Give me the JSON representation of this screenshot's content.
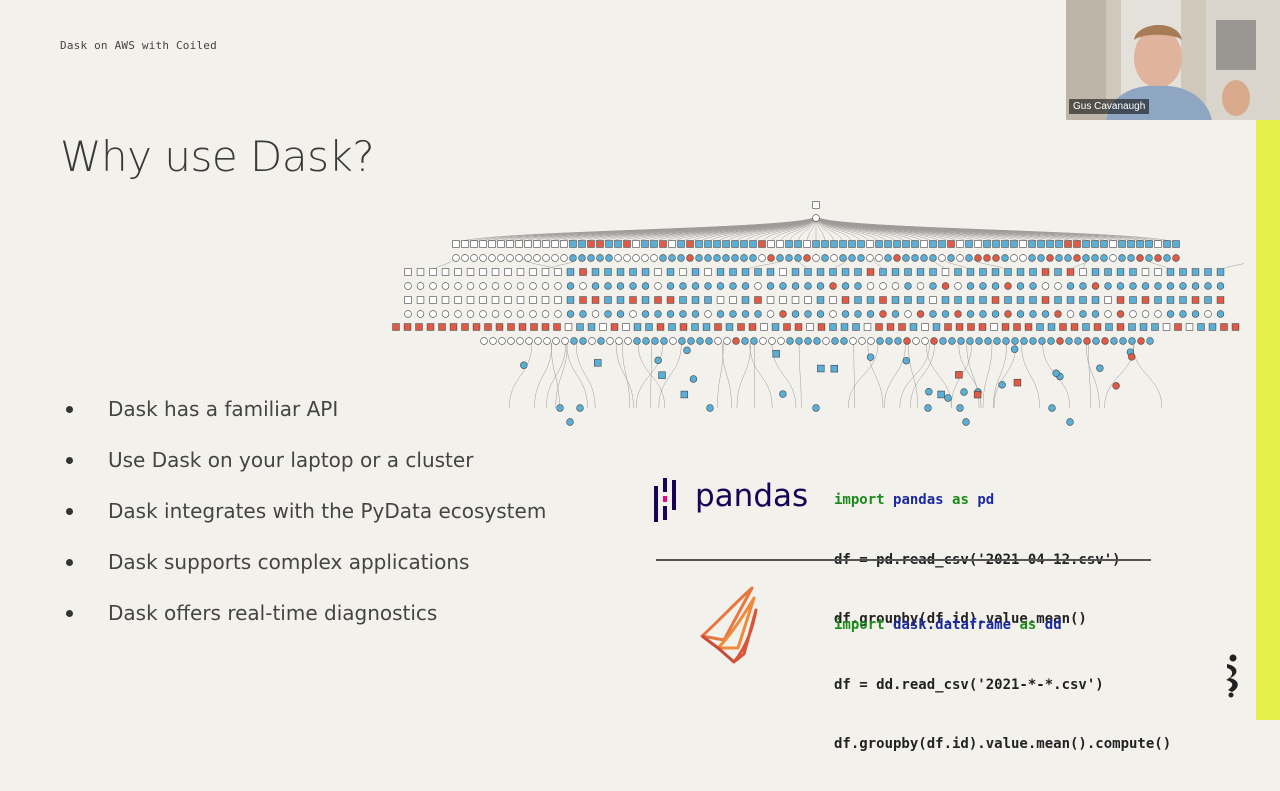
{
  "slide": {
    "header": "Dask on AWS with Coiled",
    "title": "Why use Dask?",
    "bullets": [
      "Dask has a familiar API",
      "Use Dask on your laptop or a cluster",
      "Dask integrates with the PyData ecosystem",
      "Dask supports complex applications",
      "Dask offers real-time diagnostics"
    ]
  },
  "pandas_block": {
    "logo_text": "pandas",
    "line1": {
      "kw1": "import",
      "mod": "pandas",
      "kw2": "as",
      "alias": "pd"
    },
    "line2": "df = pd.read_csv('2021-04-12.csv')",
    "line3": "df.groupby(df.id).value.mean()"
  },
  "dask_block": {
    "line1": {
      "kw1": "import",
      "mod": "dask.dataframe",
      "kw2": "as",
      "alias": "dd"
    },
    "line2": "df = dd.read_csv('2021-*-*.csv')",
    "line3": "df.groupby(df.id).value.mean().compute()"
  },
  "webcam": {
    "participant_name": "Gus Cavanaugh"
  },
  "colors": {
    "background": "#f3f1ec",
    "node_blue": "#5aafd6",
    "node_red": "#e05a45",
    "node_white": "#ffffff",
    "accent_bar": "#e6f04a",
    "pandas_navy": "#150458",
    "dask_orange": "#e8773f"
  },
  "icons": [
    "task-graph-diagram",
    "pandas-logo",
    "dask-logo",
    "coiled-logo-icon"
  ]
}
